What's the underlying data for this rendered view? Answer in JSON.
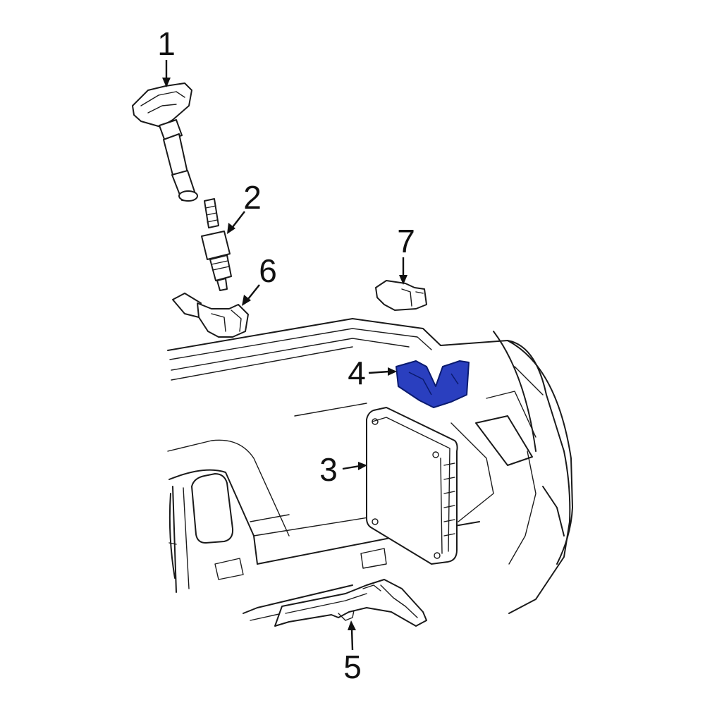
{
  "callouts": [
    {
      "id": "1",
      "label": "1"
    },
    {
      "id": "2",
      "label": "2"
    },
    {
      "id": "3",
      "label": "3"
    },
    {
      "id": "4",
      "label": "4"
    },
    {
      "id": "5",
      "label": "5"
    },
    {
      "id": "6",
      "label": "6"
    },
    {
      "id": "7",
      "label": "7"
    }
  ],
  "colors": {
    "line": "#1a1a1a",
    "highlight_fill": "#2a3fbf",
    "highlight_stroke": "#0a1a6e",
    "background": "#ffffff"
  }
}
